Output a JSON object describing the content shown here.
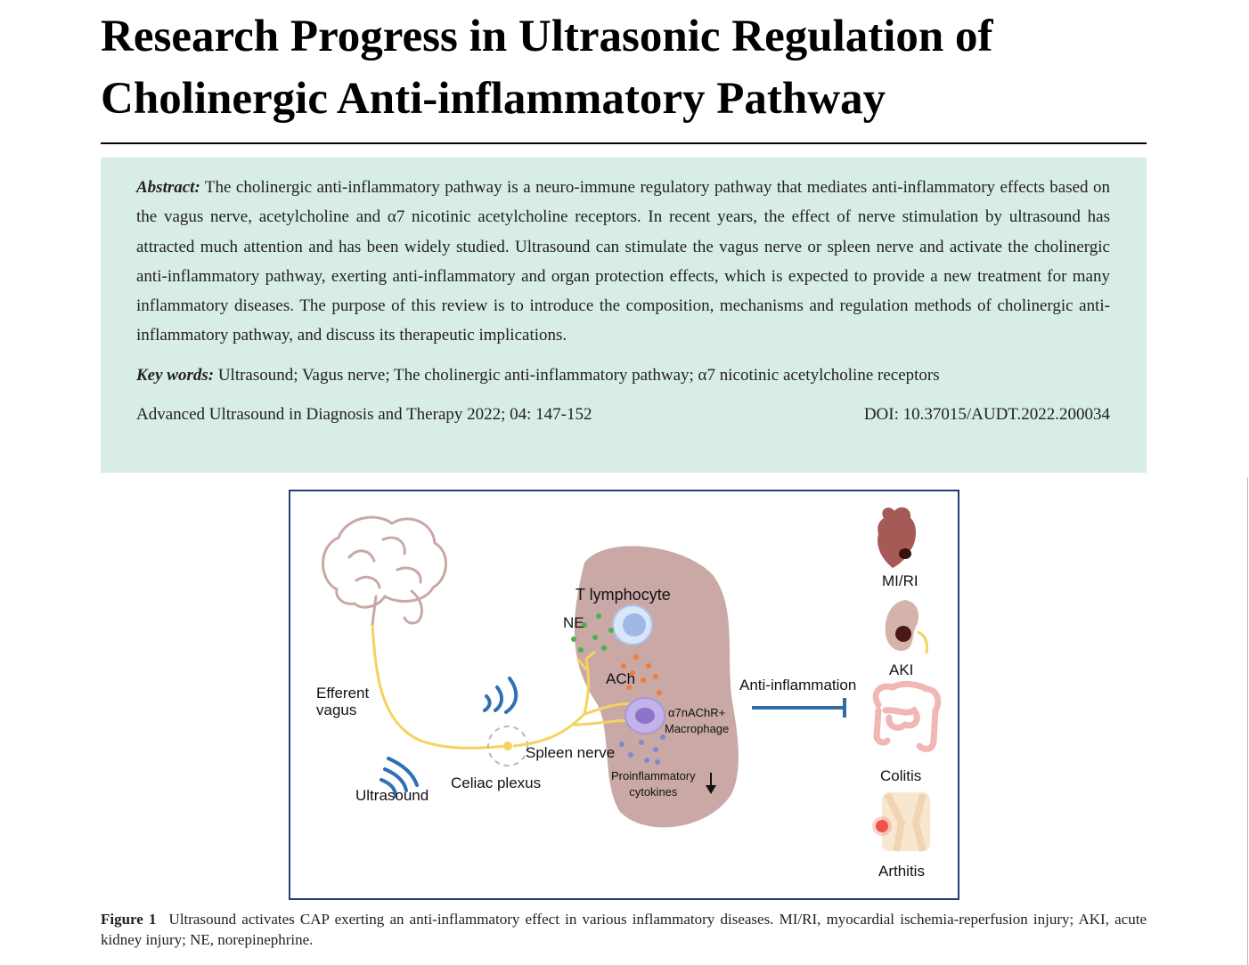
{
  "paper": {
    "title": "Research Progress in Ultrasonic Regulation of Cholinergic Anti-inflammatory Pathway",
    "abstract_label": "Abstract:",
    "abstract_text": " The cholinergic anti-inflammatory pathway is a neuro-immune regulatory pathway that mediates anti-inflammatory effects based on the vagus nerve, acetylcholine and α7 nicotinic acetylcholine receptors. In recent years, the effect of nerve stimulation by ultrasound has attracted much attention and has been widely studied. Ultrasound can stimulate the vagus nerve or spleen nerve and activate the cholinergic anti-inflammatory pathway, exerting anti-inflammatory and organ protection effects, which is expected to provide a new treatment for many inflammatory diseases. The purpose of this review is to introduce the composition, mechanisms and regulation methods of cholinergic anti-inflammatory pathway, and discuss its therapeutic implications.",
    "keywords_label": "Key words:",
    "keywords_text": " Ultrasound; Vagus nerve; The cholinergic anti-inflammatory pathway; α7 nicotinic acetylcholine receptors",
    "citation": "Advanced Ultrasound in Diagnosis and Therapy 2022; 04: 147-152",
    "doi": "DOI: 10.37015/AUDT.2022.200034"
  },
  "figure": {
    "labels": {
      "efferent": "Efferent",
      "vagus": "vagus",
      "ultrasound": "Ultrasound",
      "celiac_plexus": "Celiac plexus",
      "spleen_nerve": "Spleen nerve",
      "t_lymphocyte": "T lymphocyte",
      "ne": "NE",
      "ach": "ACh",
      "receptor": "α7nAChR+",
      "macrophage": "Macrophage",
      "proinflammatory": "Proinflammatory",
      "cytokines": "cytokines",
      "anti_inflammation": "Anti-inflammation",
      "mi_ri": "MI/RI",
      "aki": "AKI",
      "colitis": "Colitis",
      "arthritis": "Arthitis"
    },
    "caption_number": "Figure 1",
    "caption_text": "Ultrasound activates CAP exerting an anti-inflammatory effect in various inflammatory diseases. MI/RI, myocardial ischemia-reperfusion injury; AKI, acute kidney injury; NE, norepinephrine."
  },
  "colors": {
    "title": "#000000",
    "abstract_background": "#d8ece8",
    "figure_border": "#1f3f73",
    "spleen": "#c9a8a6",
    "nerve": "#f4d35e",
    "ultrasound_waves": "#2f6fb3",
    "inhibition_arrow": "#2e6ea5",
    "ne_dots": "#4caf50",
    "ach_dots": "#ef7d3c",
    "cytokine_dots": "#7a8ccc"
  },
  "icons": [
    "brain-illustration",
    "spleen-illustration",
    "heart-icon",
    "kidney-icon",
    "intestine-icon",
    "knee-joint-icon",
    "ultrasound-wave-icon"
  ]
}
